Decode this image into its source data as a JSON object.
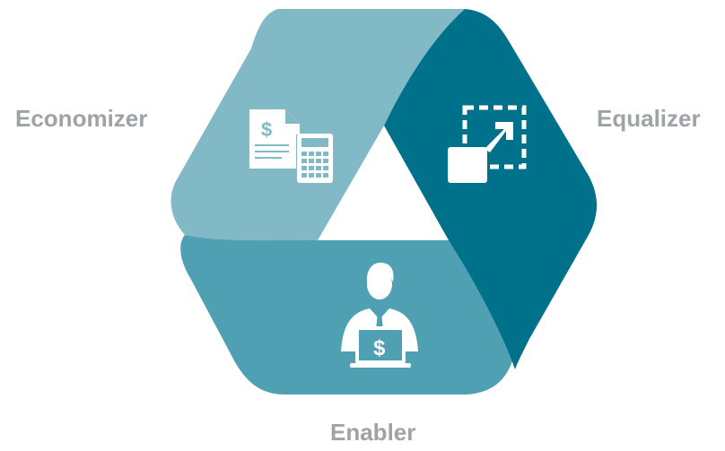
{
  "labels": {
    "economizer": "Economizer",
    "equalizer": "Equalizer",
    "enabler": "Enabler"
  },
  "colors": {
    "label_text": "#9ea3a6",
    "segment_economizer": "#82b9c6",
    "segment_equalizer": "#00718a",
    "segment_enabler": "#4fa0b3",
    "icon": "#ffffff"
  },
  "icons": {
    "economizer": "invoice-calculator-icon",
    "equalizer": "resize-expand-icon",
    "enabler": "businessman-laptop-icon"
  }
}
